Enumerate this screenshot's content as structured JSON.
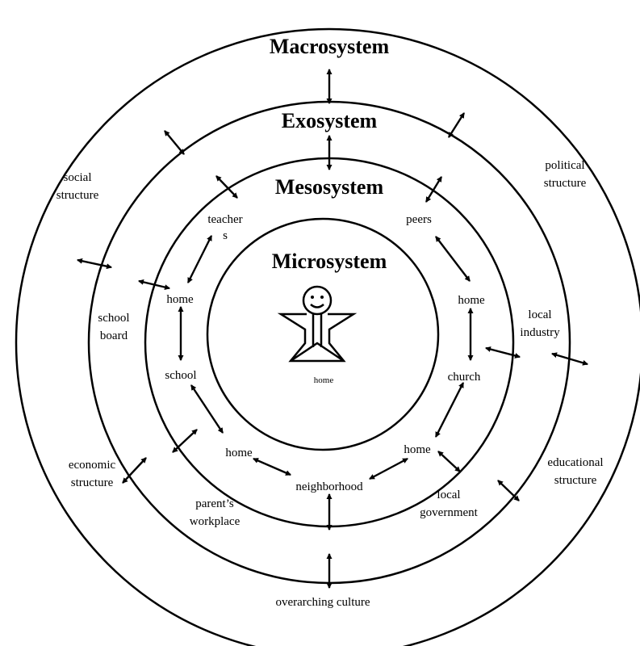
{
  "titles": {
    "macrosystem": "Macrosystem",
    "exosystem": "Exosystem",
    "mesosystem": "Mesosystem",
    "microsystem": "Microsystem"
  },
  "micro": {
    "child_label": "home"
  },
  "meso": {
    "teachers_line1": "teacher",
    "teachers_line2": "s",
    "peers": "peers",
    "home_left": "home",
    "school": "school",
    "home_bottom_left": "home",
    "neighborhood": "neighborhood",
    "home_bottom_right": "home",
    "church": "church",
    "home_right": "home"
  },
  "exo": {
    "school_board_line1": "school",
    "school_board_line2": "board",
    "parents_workplace_line1": "parent’s",
    "parents_workplace_line2": "workplace",
    "local_government_line1": "local",
    "local_government_line2": "government",
    "local_industry_line1": "local",
    "local_industry_line2": "industry"
  },
  "macro": {
    "social_structure_line1": "social",
    "social_structure_line2": "structure",
    "political_structure_line1": "political",
    "political_structure_line2": "structure",
    "economic_structure_line1": "economic",
    "economic_structure_line2": "structure",
    "educational_structure_line1": "educational",
    "educational_structure_line2": "structure",
    "overarching_culture": "overarching culture"
  },
  "icons": {
    "arrow": "double-headed-arrow",
    "child": "stick-figure-child"
  }
}
